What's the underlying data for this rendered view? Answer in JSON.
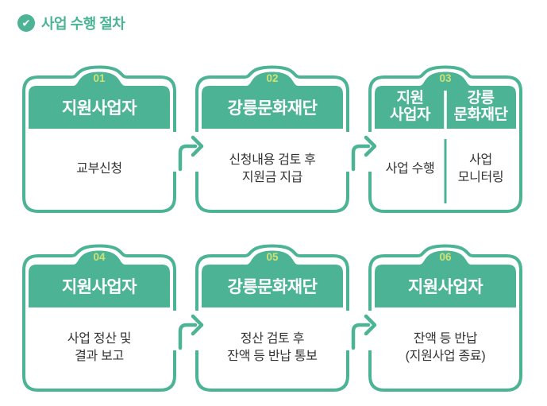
{
  "header": {
    "title": "사업 수행 절차",
    "icon": "check-circle",
    "check_glyph": "✔"
  },
  "colors": {
    "green": "#4cb495",
    "lime": "#cfe172",
    "text": "#333333",
    "background": "#ffffff",
    "band_text": "#ffffff"
  },
  "icons": {
    "header_icon": "check-circle-icon",
    "connector_icon": "arrow-right"
  },
  "steps": [
    {
      "number": "01",
      "actor": "지원사업자",
      "description": "교부신청"
    },
    {
      "number": "02",
      "actor": "강릉문화재단",
      "description": "신청내용 검토 후\n지원금 지급"
    },
    {
      "number": "03",
      "left": {
        "actor": "지원\n사업자",
        "description": "사업 수행"
      },
      "right": {
        "actor": "강릉\n문화재단",
        "description": "사업\n모니터링"
      }
    },
    {
      "number": "04",
      "actor": "지원사업자",
      "description": "사업 정산 및\n결과 보고"
    },
    {
      "number": "05",
      "actor": "강릉문화재단",
      "description": "정산 검토 후\n잔액 등 반납 통보"
    },
    {
      "number": "06",
      "actor": "지원사업자",
      "description": "잔액 등 반납\n(지원사업 종료)"
    }
  ]
}
